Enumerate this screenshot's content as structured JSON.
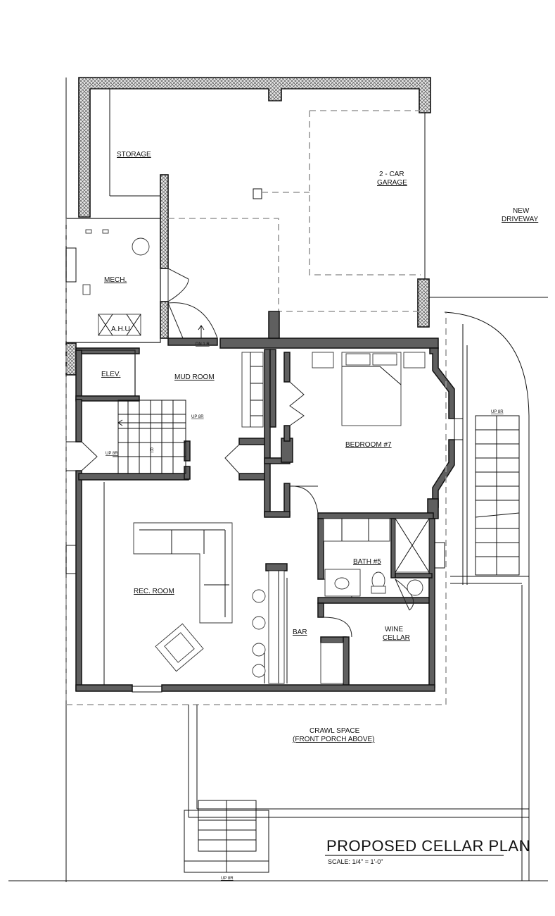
{
  "rooms": {
    "storage": "STORAGE",
    "garage_line1": "2 - CAR",
    "garage_line2": "GARAGE",
    "driveway_line1": "NEW",
    "driveway_line2": "DRIVEWAY",
    "mech": "MECH.",
    "ahu": "A.H.U",
    "elev": "ELEV.",
    "mud_room": "MUD ROOM",
    "bedroom": "BEDROOM #7",
    "bath": "BATH #5",
    "rec_room": "REC. ROOM",
    "bar": "BAR",
    "wine_line1": "WINE",
    "wine_line2": "CELLAR",
    "crawl_line1": "CRAWL SPACE",
    "crawl_line2": "(FRONT PORCH ABOVE)"
  },
  "stair_notes": {
    "dn_1r": "DN 1 R",
    "up_8r_a": "UP 8R",
    "up_8r_b": "UP 8R",
    "up_8r_c": "UP 8R",
    "up_8r_d": "UP 8R",
    "r": "R"
  },
  "title_block": {
    "title": "PROPOSED CELLAR PLAN",
    "scale": "SCALE: 1/4\" = 1'-0\""
  }
}
